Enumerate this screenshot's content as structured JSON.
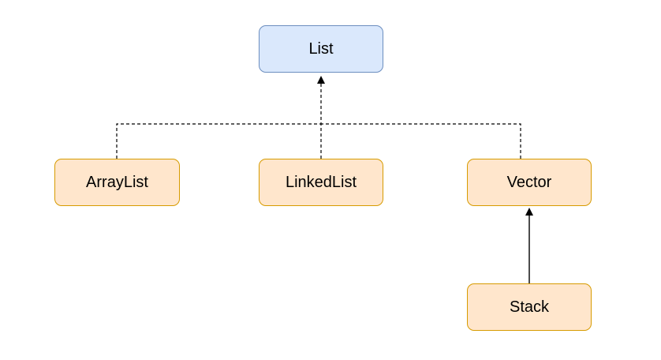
{
  "colors": {
    "interface_fill": "#dae8fc",
    "interface_stroke": "#6c8ebf",
    "class_fill": "#ffe6cc",
    "class_stroke": "#d79b00",
    "edge": "#000000"
  },
  "nodes": {
    "list": {
      "label": "List",
      "kind": "interface"
    },
    "arraylist": {
      "label": "ArrayList",
      "kind": "class"
    },
    "linkedlist": {
      "label": "LinkedList",
      "kind": "class"
    },
    "vector": {
      "label": "Vector",
      "kind": "class"
    },
    "stack": {
      "label": "Stack",
      "kind": "class"
    }
  },
  "edges": [
    {
      "from": "arraylist",
      "to": "list",
      "style": "dashed",
      "meaning": "implements"
    },
    {
      "from": "linkedlist",
      "to": "list",
      "style": "dashed",
      "meaning": "implements"
    },
    {
      "from": "vector",
      "to": "list",
      "style": "dashed",
      "meaning": "implements"
    },
    {
      "from": "stack",
      "to": "vector",
      "style": "solid",
      "meaning": "extends"
    }
  ]
}
